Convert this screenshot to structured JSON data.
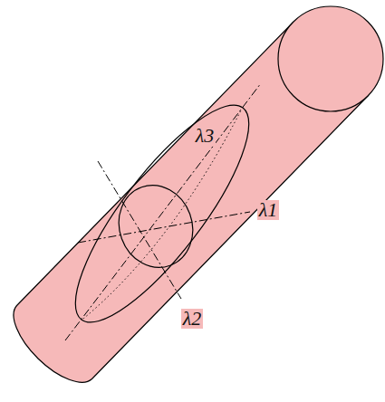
{
  "diagram": {
    "labels": [
      "λ3",
      "λ1",
      "λ2"
    ]
  }
}
